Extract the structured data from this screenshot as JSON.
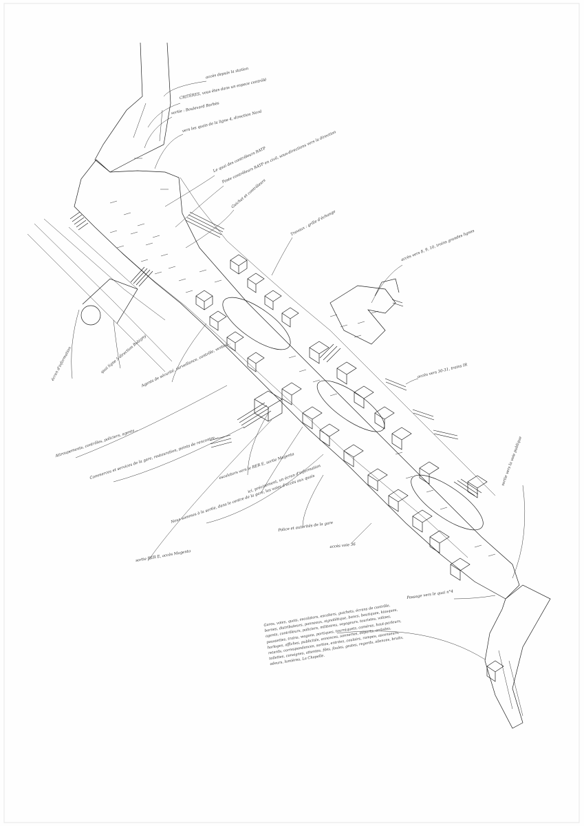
{
  "annotations": [
    {
      "id": "a1",
      "text": "accès depuis la station"
    },
    {
      "id": "a2",
      "text": "CRITÈRES, vous êtes dans un espace contrôlé"
    },
    {
      "id": "a3",
      "text": "sortie : Boulevard Barbès"
    },
    {
      "id": "a4",
      "text": "vers les quais de la ligne 4, direction Nord"
    },
    {
      "id": "a5",
      "text": "Le quai des contrôleurs RATP"
    },
    {
      "id": "a6",
      "text": "Poste contrôleurs RATP en civil, sous-directions vers la direction"
    },
    {
      "id": "a7",
      "text": "Guichet et contrôleurs"
    },
    {
      "id": "a8",
      "text": "Travaux : grille d'échange"
    },
    {
      "id": "a9",
      "text": "accès vers 8, 9, 10, trains grandes lignes"
    },
    {
      "id": "a10",
      "text": "écran d'information"
    },
    {
      "id": "a11",
      "text": "quai ligne 5 direction Bobigny"
    },
    {
      "id": "a12",
      "text": "Agents de sécurité, surveillance, contrôle, ventes..."
    },
    {
      "id": "a13",
      "text": "accès vers 30-31, trains IR"
    },
    {
      "id": "a14",
      "text": "Attroupements, contrôles, policiers, agents..."
    },
    {
      "id": "a15",
      "text": "Commerces et services de la gare, restauration, points de rencontre..."
    },
    {
      "id": "a16",
      "text": "escalators vers le RER E, sortie Magenta"
    },
    {
      "id": "a17",
      "text": "ici, précisément, un écran d'information"
    },
    {
      "id": "a18",
      "text": "Nous sommes à la sortie, dans le centre de la gare, les voies d'accès aux quais"
    },
    {
      "id": "a19",
      "text": "Police et autorités de la gare"
    },
    {
      "id": "a20",
      "text": "accès voie 36"
    },
    {
      "id": "a21",
      "text": "sortie RER E, accès Magenta"
    },
    {
      "id": "a22",
      "text": "sortie vers la voie publique"
    },
    {
      "id": "a23",
      "text": "Passage vers le quai n°4"
    }
  ],
  "legend": {
    "text": "Gares, voies, quais, escalators, escaliers, guichets, écrans de contrôle, bornes, distributeurs, panneaux, signalétique, bancs, boutiques, kiosques, agents, contrôleurs, policiers, militaires, voyageurs, touristes, valises, poussettes, trains, wagons, portiques, tourniquets, caméras, haut-parleurs, horloges, affiches, publicités, annonces, sonneries, départs, arrivées, retards, correspondances, sorties, entrées, couloirs, rampes, ascenseurs, toilettes, consignes, attentes, files, foules, gestes, regards, silences, bruits, odeurs, lumières, La Chapelle."
  }
}
